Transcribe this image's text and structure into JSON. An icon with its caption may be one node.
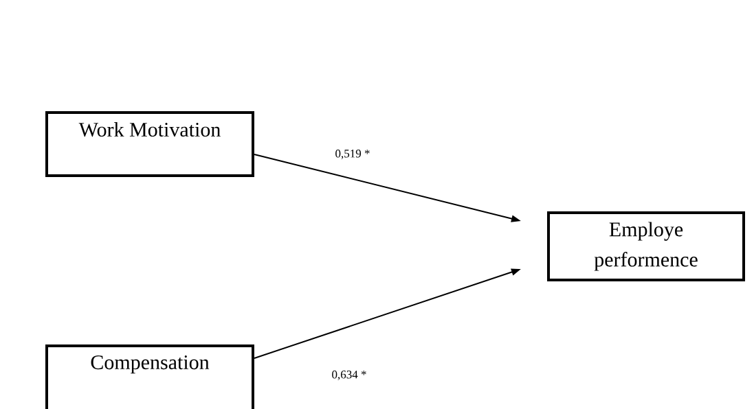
{
  "diagram": {
    "nodes": [
      {
        "text": [
          "Work Motivation"
        ]
      },
      {
        "text": [
          "Compensation"
        ]
      },
      {
        "text": [
          "Employe performence"
        ]
      }
    ],
    "edges": [
      {
        "from": 0,
        "to": 2,
        "arrow": "to",
        "label": "0,519 *"
      },
      {
        "from": 1,
        "to": 2,
        "arrow": "to",
        "label": "0,634 *"
      }
    ]
  }
}
